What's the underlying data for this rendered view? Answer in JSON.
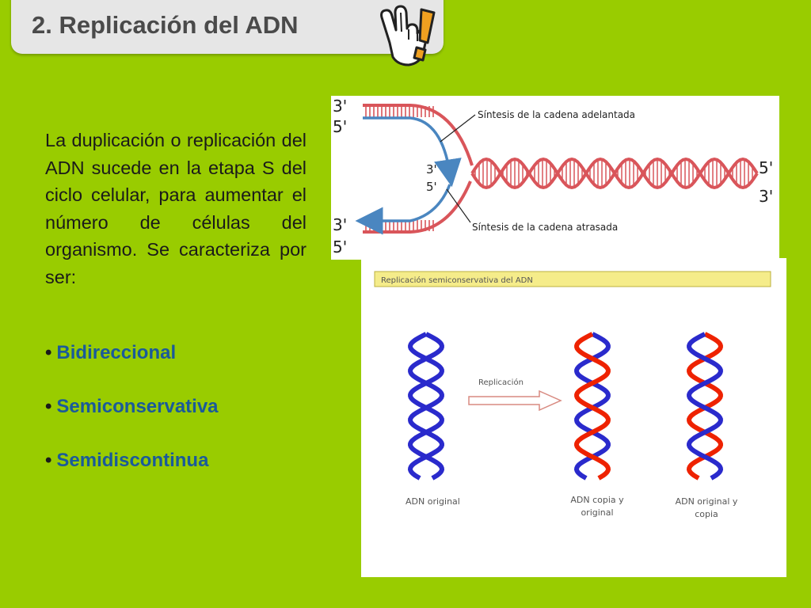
{
  "title": "2. Replicación del ADN",
  "icons": {
    "pointer": "hand-pointer-icon",
    "alert": "exclamation-icon"
  },
  "colors": {
    "background": "#99cc00",
    "title_bar": "#e6e6e6",
    "bullet_text": "#1a5a9a",
    "strand_red": "#d9555a",
    "strand_blue": "#4a86c0",
    "helix_red": "#ee2200",
    "helix_blue": "#2a2acc"
  },
  "paragraph": "La duplicación o replicación del ADN sucede en la etapa S del ciclo celular, para aumentar el número de células del organismo. Se caracteriza por ser:",
  "bullets": [
    "Bidireccional",
    "Semiconservativa",
    "Semidiscontinua"
  ],
  "fork_diagram": {
    "top_left_3": "3'",
    "top_left_5": "5'",
    "mid_3": "3'",
    "mid_5": "5'",
    "bottom_left_3": "3'",
    "bottom_left_5": "5'",
    "right_5": "5'",
    "right_3": "3'",
    "leading_label": "Síntesis de la cadena  adelantada",
    "lagging_label": "Síntesis de la cadena  atrasada"
  },
  "semiconservative_diagram": {
    "header": "Replicación semiconservativa del ADN",
    "arrow_label": "Replicación",
    "original_label": "ADN original",
    "copy_label_1": "ADN copia y",
    "copy_label_2": "original",
    "mixed_label_1": "ADN original y",
    "mixed_label_2": "copia"
  }
}
